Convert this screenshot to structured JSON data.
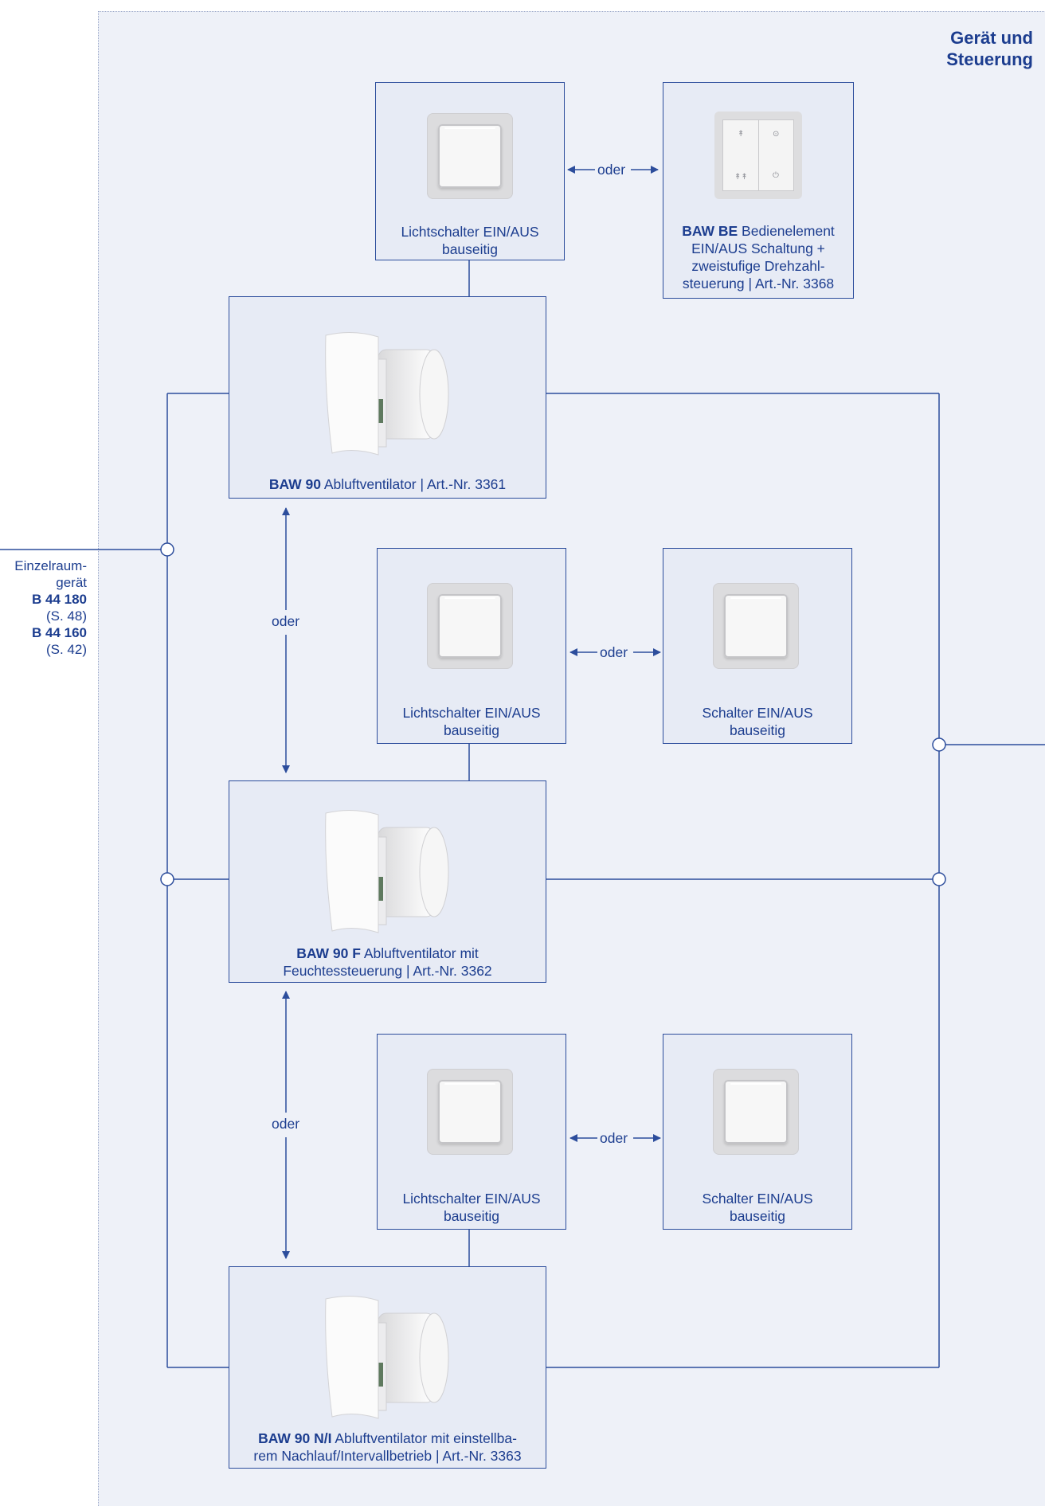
{
  "header": {
    "title_line1": "Gerät und",
    "title_line2": "Steuerung"
  },
  "left_label": {
    "line1": "Einzelraum-",
    "line2": "gerät",
    "model1": "B 44 180",
    "page1": "(S. 48)",
    "model2": "B 44 160",
    "page2": "(S. 42)"
  },
  "connector_label": "oder",
  "rows": [
    {
      "switch_left": {
        "line1": "Lichtschalter EIN/AUS",
        "line2": "bauseitig"
      },
      "switch_right": {
        "bold": "BAW BE",
        "line1_rest": " Bedienelement",
        "line2": "EIN/AUS Schaltung +",
        "line3": "zweistufige Drehzahl-",
        "line4": "steuerung | Art.-Nr. 3368"
      },
      "fan": {
        "bold": "BAW 90",
        "line1_rest": " Abluftventilator | Art.-Nr. 3361"
      }
    },
    {
      "switch_left": {
        "line1": "Lichtschalter EIN/AUS",
        "line2": "bauseitig"
      },
      "switch_right": {
        "line1": "Schalter EIN/AUS",
        "line2": "bauseitig"
      },
      "fan": {
        "bold": "BAW 90 F",
        "line1_rest": " Abluftventilator mit",
        "line2": "Feuchtessteuerung | Art.-Nr. 3362"
      }
    },
    {
      "switch_left": {
        "line1": "Lichtschalter EIN/AUS",
        "line2": "bauseitig"
      },
      "switch_right": {
        "line1": "Schalter EIN/AUS",
        "line2": "bauseitig"
      },
      "fan": {
        "bold": "BAW 90 N/I",
        "line1_rest": " Abluftventilator mit einstellba-",
        "line2": "rem Nachlauf/Intervallbetrieb | Art.-Nr. 3363"
      }
    }
  ],
  "colors": {
    "line": "#2c4d9c",
    "text": "#1c3d8f",
    "panel": "#eef1f8",
    "box": "#e7ebf5"
  }
}
